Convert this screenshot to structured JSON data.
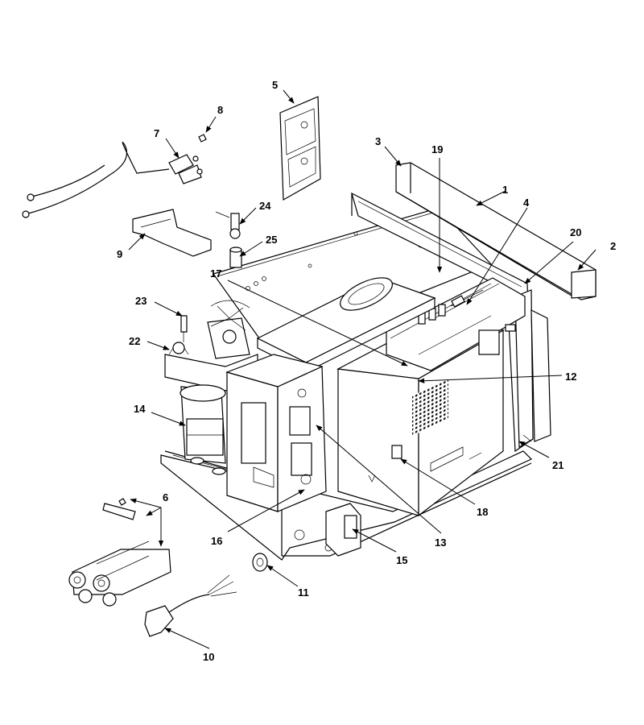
{
  "diagram": {
    "type": "exploded-parts-view",
    "callouts": [
      {
        "id": "c1",
        "label": "1"
      },
      {
        "id": "c2",
        "label": "2"
      },
      {
        "id": "c3",
        "label": "3"
      },
      {
        "id": "c4",
        "label": "4"
      },
      {
        "id": "c5",
        "label": "5"
      },
      {
        "id": "c6",
        "label": "6"
      },
      {
        "id": "c7",
        "label": "7"
      },
      {
        "id": "c8",
        "label": "8"
      },
      {
        "id": "c9",
        "label": "9"
      },
      {
        "id": "c10",
        "label": "10"
      },
      {
        "id": "c11",
        "label": "11"
      },
      {
        "id": "c12",
        "label": "12"
      },
      {
        "id": "c13",
        "label": "13"
      },
      {
        "id": "c14",
        "label": "14"
      },
      {
        "id": "c15",
        "label": "15"
      },
      {
        "id": "c16",
        "label": "16"
      },
      {
        "id": "c17",
        "label": "17"
      },
      {
        "id": "c18",
        "label": "18"
      },
      {
        "id": "c19",
        "label": "19"
      },
      {
        "id": "c20",
        "label": "20"
      },
      {
        "id": "c21",
        "label": "21"
      },
      {
        "id": "c22",
        "label": "22"
      },
      {
        "id": "c23",
        "label": "23"
      },
      {
        "id": "c24",
        "label": "24"
      },
      {
        "id": "c25",
        "label": "25"
      }
    ]
  }
}
